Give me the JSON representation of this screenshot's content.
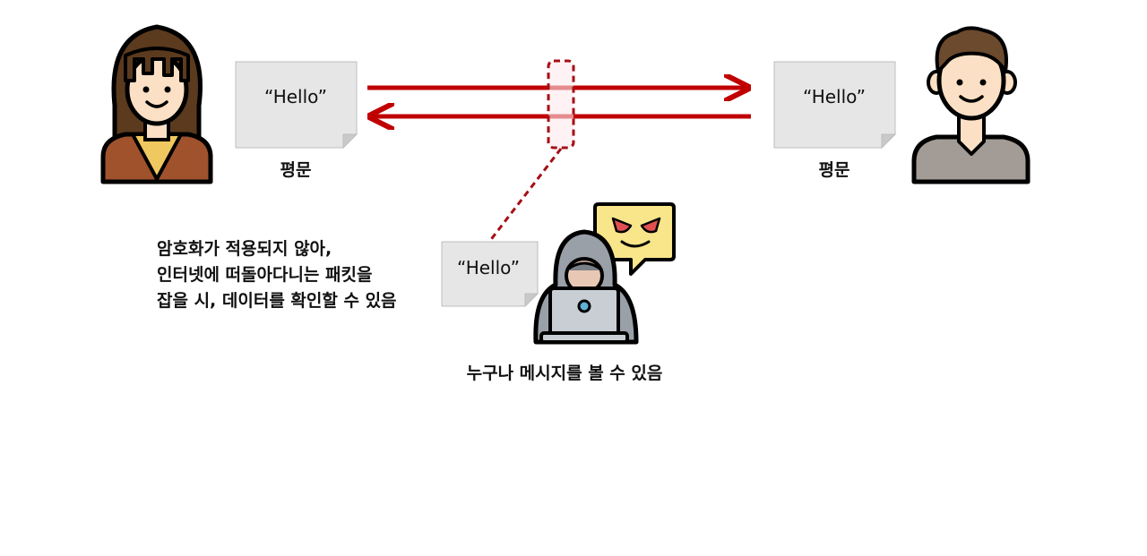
{
  "sender": {
    "message": "“Hello”",
    "label": "평문"
  },
  "receiver": {
    "message": "“Hello”",
    "label": "평문"
  },
  "interceptor": {
    "message": "“Hello”",
    "caption": "누구나 메시지를 볼 수 있음"
  },
  "explanation": [
    "암호화가 적용되지 않아,",
    "인터넷에 떠돌아다니는 패킷을",
    "잡을 시, 데이터를 확인할 수 있음"
  ],
  "colors": {
    "arrow": "#c00000",
    "document": "#e6e6e6",
    "skin": "#fbe0c5",
    "woman_hair": "#5b3a1e",
    "woman_shirt": "#a0522d",
    "woman_collar": "#f0c860",
    "man_hair": "#6b4a2e",
    "man_shirt": "#a39b95",
    "hacker_hood": "#9aa0a8",
    "laptop": "#c9ced4",
    "bubble": "#f9e58a"
  }
}
